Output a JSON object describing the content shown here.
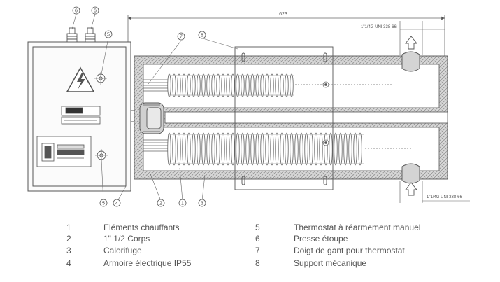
{
  "dimension": {
    "total_length": "623"
  },
  "pipe_labels": {
    "top": "1\"1/4G UNI 338-66",
    "bottom": "1\"1/4G UNI 338-66"
  },
  "callouts": [
    "6",
    "6",
    "5",
    "7",
    "8",
    "5",
    "4",
    "2",
    "1",
    "3"
  ],
  "legend": [
    {
      "num": "1",
      "text": "Eléments chauffants"
    },
    {
      "num": "2",
      "text": "1\" 1/2 Corps"
    },
    {
      "num": "3",
      "text": "Calorifuge"
    },
    {
      "num": "4",
      "text": "Armoire électrique IP55"
    },
    {
      "num": "5",
      "text": "Thermostat à réarmement manuel"
    },
    {
      "num": "6",
      "text": "Presse étoupe"
    },
    {
      "num": "7",
      "text": "Doigt de gant pour thermostat"
    },
    {
      "num": "8",
      "text": "Support mécanique"
    }
  ],
  "colors": {
    "line": "#555555",
    "hatch": "#9a9a9a"
  }
}
